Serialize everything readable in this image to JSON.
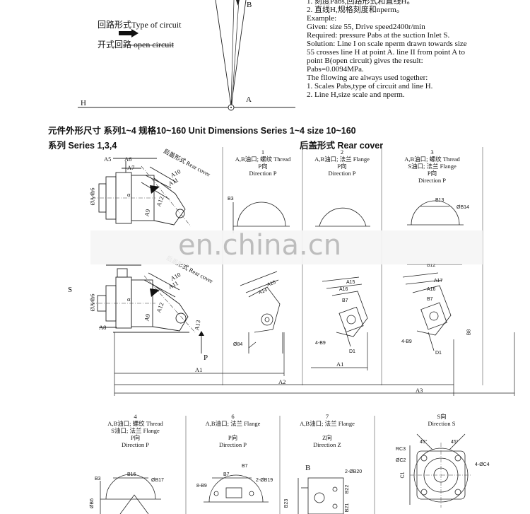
{
  "top": {
    "label_b": "B",
    "label_a": "A",
    "label_h": "H",
    "type_of_circuit": "回路形式Type of circuit",
    "open_circuit": "开式回路 open circuit",
    "notes": [
      "1. 刻度Pabs,回路形式和直线H。",
      "2. 直线H,规格刻度和nperm。",
      "Example:",
      "Given: size 55, Drive speed2400r/min",
      "Required: pressure Pabs at the suction Inlet S.",
      "Solution: Line I on scale nperm drawn towards size",
      "55 crosses line H at point A. line II from point A to",
      "point B(open circuit) gives the result:",
      "Pabs=0.0094MPa.",
      "The fllowing are always used together:",
      "1. Scales Pabs,type of circuit and line H.",
      "2. Line H,size scale and nperm."
    ]
  },
  "section_title": "元件外形尺寸 系列1~4 规格10~160 Unit Dimensions Series 1~4 size 10~160",
  "series_label": "系列 Series 1,3,4",
  "rear_cover_label": "后盖形式 Rear cover",
  "watermark": "en.china.cn",
  "main_labels": {
    "a5": "A5",
    "a6": "A6",
    "a7": "A7",
    "a10": "A10",
    "a11": "A11",
    "a12": "A12",
    "a9": "A9",
    "a8": "A8",
    "a13": "A13",
    "alpha": "α",
    "dia_a4h6": "ØA4h6",
    "rear_cover": "后盖形式 Rear cover",
    "s": "S",
    "p": "P",
    "a1": "A1",
    "a2": "A2",
    "a3": "A3",
    "a1b": "A1"
  },
  "panels_top": [
    {
      "num": "1",
      "line1": "A,B油口; 螺纹 Thread",
      "line2": "",
      "dir1": "P向",
      "dir2": "Direction P",
      "dims": [
        "B3",
        "A15",
        "A14",
        "Ø84"
      ]
    },
    {
      "num": "2",
      "line1": "A,B油口; 法兰 Flange",
      "line2": "",
      "dir1": "P向",
      "dir2": "Direction P",
      "dims": [
        "A15",
        "A16",
        "B7",
        "4-B9",
        "D1"
      ]
    },
    {
      "num": "3",
      "line1": "A,B油口; 螺纹 Thread",
      "line2": "S油口; 法兰 Flange",
      "dir1": "P向",
      "dir2": "Direction P",
      "dims": [
        "B13",
        "ØB14",
        "B12",
        "A17",
        "A16",
        "B7",
        "4-B9",
        "D1",
        "B8"
      ]
    }
  ],
  "panels_bottom": [
    {
      "num": "4",
      "line1": "A,B油口; 螺纹 Thread",
      "line2": "S油口; 法兰 Flange",
      "dir1": "P向",
      "dir2": "Direction P",
      "dims": [
        "B3",
        "B16",
        "ØB17",
        "ØB6"
      ]
    },
    {
      "num": "6",
      "line1": "A,B油口; 法兰 Flange",
      "line2": "",
      "dir1": "P向",
      "dir2": "Direction P",
      "dims": [
        "B7",
        "B7",
        "8-B9",
        "2-ØB19"
      ]
    },
    {
      "num": "7",
      "line1": "A,B油口; 法兰 Flange",
      "line2": "",
      "dir1": "Z向",
      "dir2": "Direction Z",
      "dims": [
        "B",
        "2-ØB20",
        "B22",
        "B23",
        "B21"
      ]
    },
    {
      "num": "",
      "line1": "",
      "line2": "",
      "dir1": "S向",
      "dir2": "Direction S",
      "dims": [
        "45°",
        "45°",
        "RC3",
        "ØC2",
        "4-ØC4",
        "C1"
      ]
    }
  ]
}
